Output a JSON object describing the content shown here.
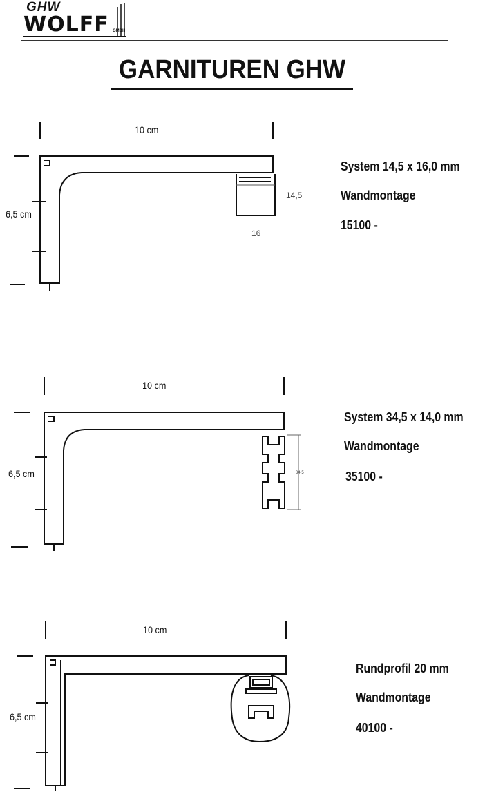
{
  "header": {
    "logo_top": "GHW",
    "logo_main": "WOLFF",
    "logo_gmbh": "GMBH",
    "title": "GARNITUREN GHW"
  },
  "products": [
    {
      "width_label": "10 cm",
      "height_label": "6,5 cm",
      "profile_height": "14,5",
      "profile_width": "16",
      "system": "System  14,5 x 16,0 mm",
      "mounting": "Wandmontage",
      "article": "15100 -"
    },
    {
      "width_label": "10 cm",
      "height_label": "6,5 cm",
      "profile_height": "34,5",
      "system": "System 34,5 x 14,0 mm",
      "mounting": "Wandmontage",
      "article": "35100 -"
    },
    {
      "width_label": "10 cm",
      "height_label": "6,5 cm",
      "system": "Rundprofil 20 mm",
      "mounting": "Wandmontage",
      "article": "40100 -"
    }
  ]
}
